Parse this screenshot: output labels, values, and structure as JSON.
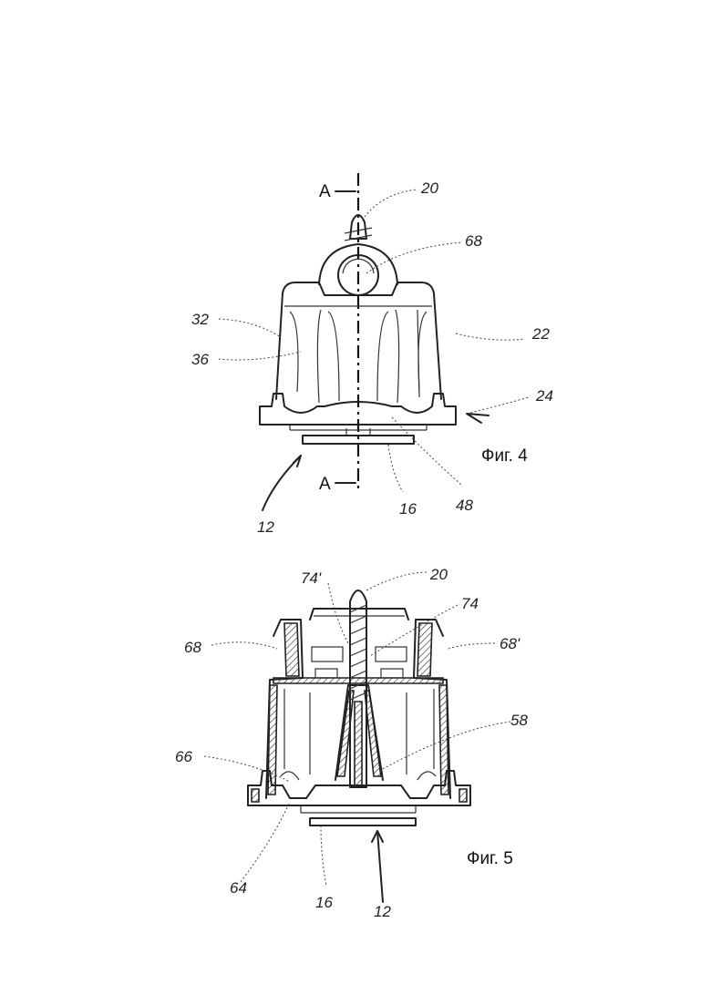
{
  "figure4": {
    "caption": "Фиг. 4",
    "section_marks": [
      "A",
      "A"
    ],
    "labels": {
      "l20": "20",
      "l68": "68",
      "l32": "32",
      "l36": "36",
      "l22": "22",
      "l24": "24",
      "l48": "48",
      "l16": "16",
      "l12": "12"
    }
  },
  "figure5": {
    "caption": "Фиг. 5",
    "labels": {
      "l20": "20",
      "l74p": "74'",
      "l74": "74",
      "l68": "68",
      "l68p": "68'",
      "l58": "58",
      "l66": "66",
      "l64": "64",
      "l16": "16",
      "l12": "12"
    }
  }
}
